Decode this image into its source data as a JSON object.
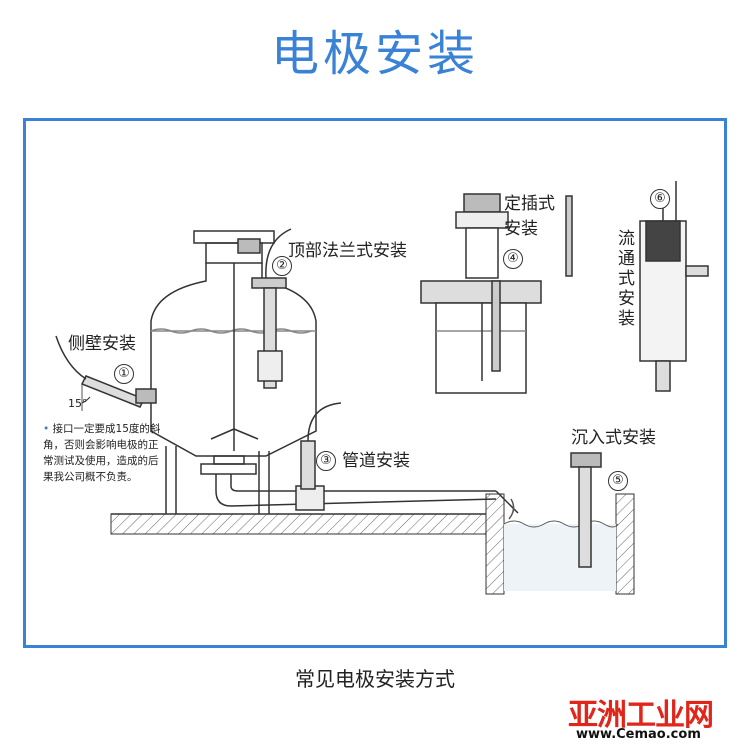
{
  "title": "电极安装",
  "labels": {
    "side_wall": "侧壁安装",
    "top_flange": "顶部法兰式安装",
    "pipe": "管道安装",
    "insert": "定插式安装",
    "flow": "流通式安装",
    "submerged": "沉入式安装",
    "angle": "15°"
  },
  "note": {
    "bullet": "•",
    "text": "接口一定要成15度的斜角，否则会影响电极的正常测试及使用，造成的后果我公司概不负责。"
  },
  "numbers": [
    "①",
    "②",
    "③",
    "④",
    "⑤",
    "⑥"
  ],
  "caption": "常见电极安装方式",
  "watermark": {
    "brand": "亚洲工业网",
    "url": "www.Cemao.com"
  },
  "colors": {
    "accent": "#3a82d6",
    "line": "#333333",
    "watermark_red": "#e0261b"
  }
}
